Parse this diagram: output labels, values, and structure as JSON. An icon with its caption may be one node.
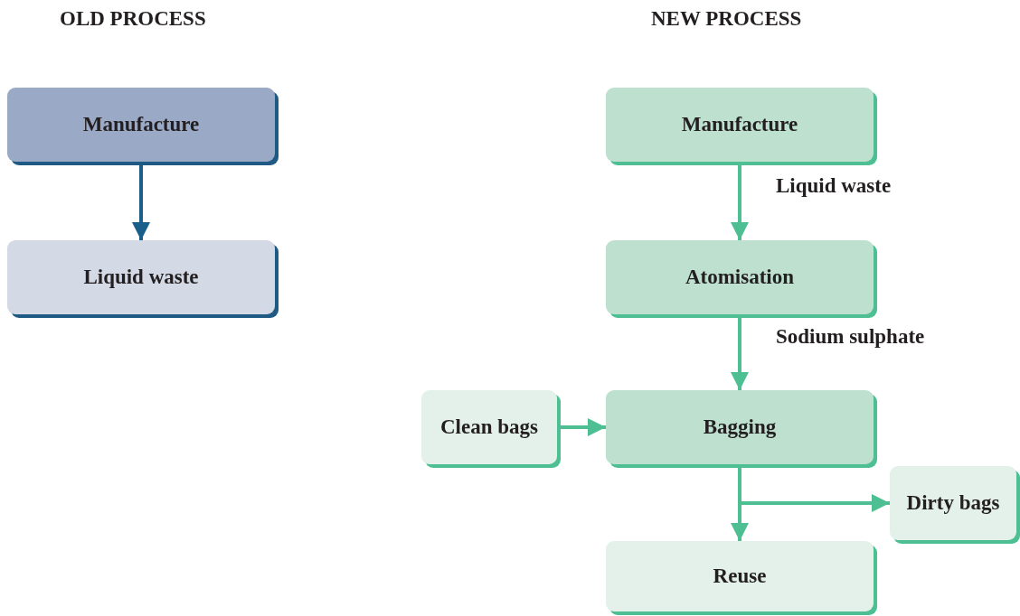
{
  "diagram": {
    "nodes": [
      {
        "text": [
          "Manufacture"
        ]
      },
      {
        "text": [
          "Liquid waste"
        ]
      },
      {
        "text": [
          "Manufacture"
        ]
      },
      {
        "text": [
          "Atomisation"
        ]
      },
      {
        "text": [
          "Bagging"
        ]
      },
      {
        "text": [
          "Clean bags"
        ]
      },
      {
        "text": [
          "Dirty bags"
        ]
      },
      {
        "text": [
          "Reuse"
        ]
      }
    ],
    "edges": [
      {
        "from": 0,
        "to": 1,
        "arrow": "to",
        "color": "#1a5e8a"
      },
      {
        "from": 2,
        "to": 3,
        "arrow": "to",
        "label": "Liquid waste"
      },
      {
        "from": 3,
        "to": 4,
        "arrow": "to",
        "label": "Sodium sulphate"
      },
      {
        "from": 5,
        "to": 4,
        "arrow": "to"
      },
      {
        "from": 4,
        "to": 7,
        "arrow": "to"
      },
      {
        "from": 4,
        "to": 6,
        "arrow": "to"
      }
    ],
    "labels": [
      "OLD PROCESS",
      "NEW PROCESS"
    ]
  }
}
